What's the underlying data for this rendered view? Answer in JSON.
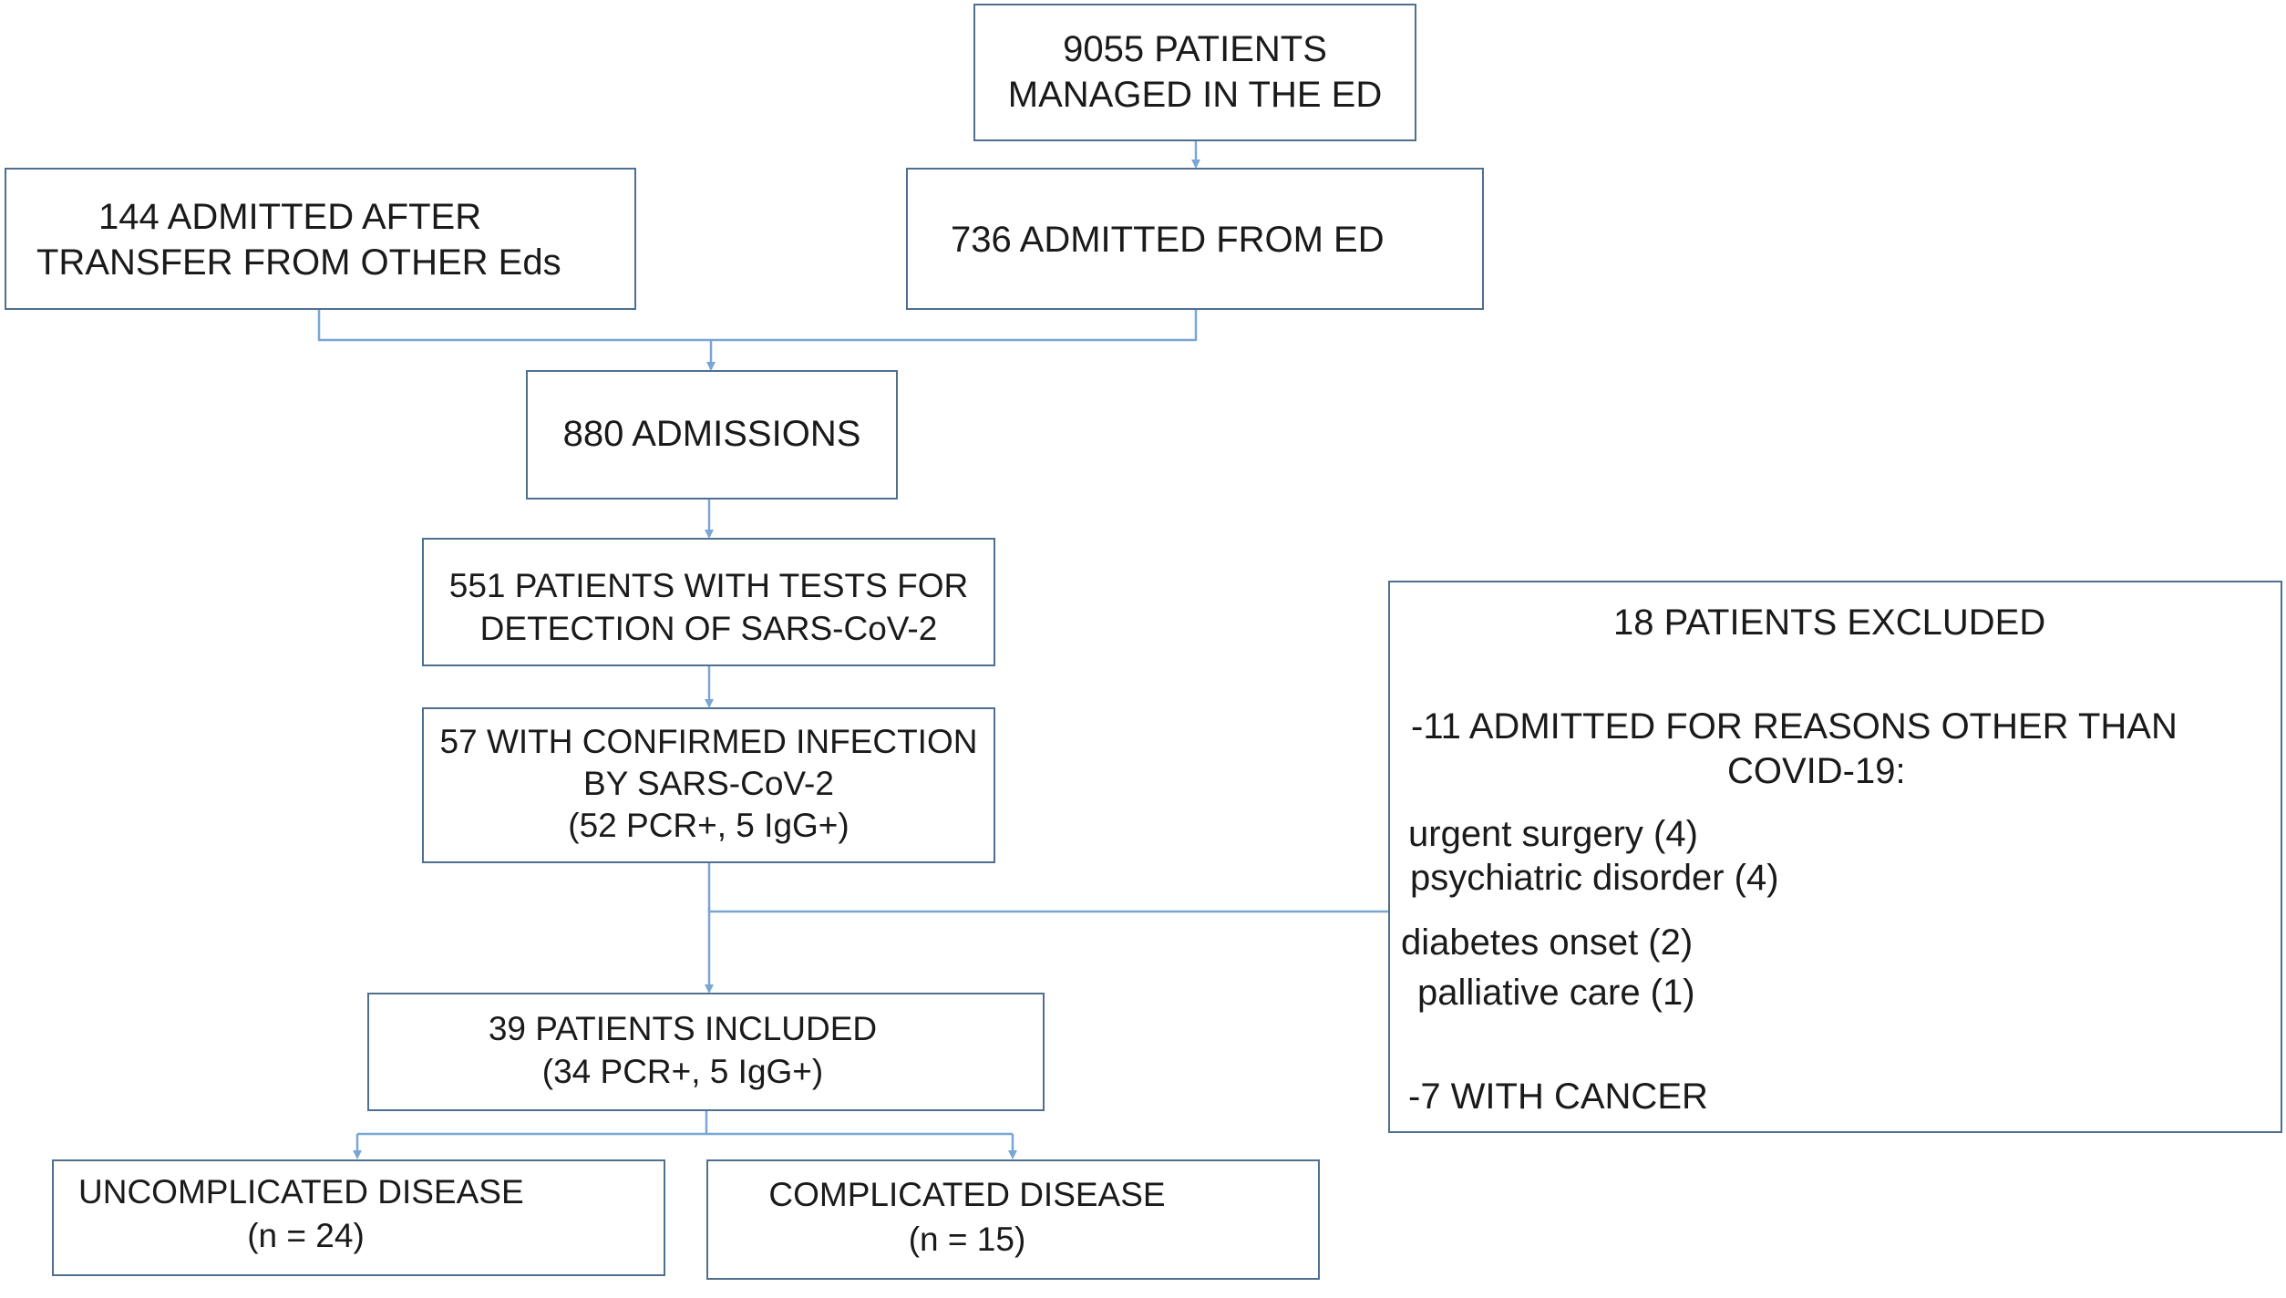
{
  "diagram": {
    "colors": {
      "box_border": "#4f6f91",
      "connector": "#7aa6d6",
      "text": "#1a1a1a"
    },
    "boxes": {
      "managed_ed": {
        "line1": "9055 PATIENTS",
        "line2": "MANAGED IN THE ED"
      },
      "transferred": {
        "line1": "144 ADMITTED AFTER",
        "line2": "TRANSFER FROM OTHER Eds"
      },
      "admitted_ed": {
        "line1": "736 ADMITTED FROM ED"
      },
      "admissions": {
        "line1": "880 ADMISSIONS"
      },
      "tested": {
        "line1": "551 PATIENTS WITH TESTS FOR",
        "line2": "DETECTION OF SARS-CoV-2"
      },
      "confirmed": {
        "line1": "57 WITH CONFIRMED INFECTION",
        "line2": "BY SARS-CoV-2",
        "line3": "(52 PCR+, 5 IgG+)"
      },
      "included": {
        "line1": "39 PATIENTS INCLUDED",
        "line2": "(34 PCR+, 5 IgG+)"
      },
      "uncomplicated": {
        "line1": "UNCOMPLICATED DISEASE",
        "line2": "(n = 24)"
      },
      "complicated": {
        "line1": "COMPLICATED DISEASE",
        "line2": "(n = 15)"
      },
      "excluded": {
        "title": "18 PATIENTS EXCLUDED",
        "reasons_line1": "-11 ADMITTED FOR REASONS OTHER THAN",
        "reasons_line2": "COVID-19:",
        "item1": "urgent surgery (4)",
        "item2": "psychiatric disorder (4)",
        "item3": "diabetes onset (2)",
        "item4": "palliative care (1)",
        "cancer": "-7 WITH CANCER"
      }
    }
  }
}
